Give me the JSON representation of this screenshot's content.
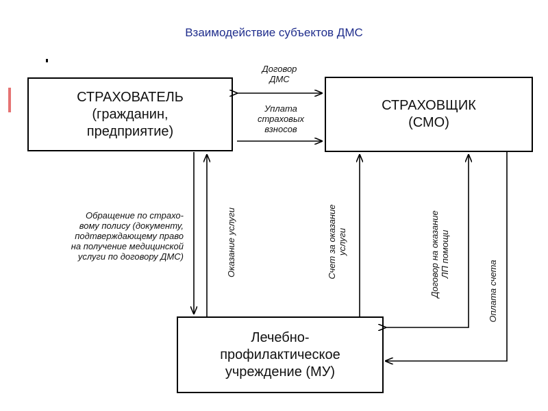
{
  "title": "Взаимодействие субъектов ДМС",
  "boxes": {
    "insurer": "СТРАХОВАТЕЛЬ\n(гражданин,\nпредприятие)",
    "insurance_company": "СТРАХОВЩИК\n(СМО)",
    "medical_institution": "Лечебно-\nпрофилактическое\nучреждение (МУ)"
  },
  "labels": {
    "contract": "Договор\nДМС",
    "premiums": "Уплата\nстраховых\nвзносов",
    "appeal": "Обращение по страхо-\nвому полису (документу,\nподтверждающему право\nна получение медицинской\nуслуги по договору ДМС)",
    "service": "Оказание услуги",
    "invoice": "Счет за оказание\nуслуги",
    "care_contract": "Договор на оказание\nЛП помощи",
    "payment": "Оплата счета"
  }
}
